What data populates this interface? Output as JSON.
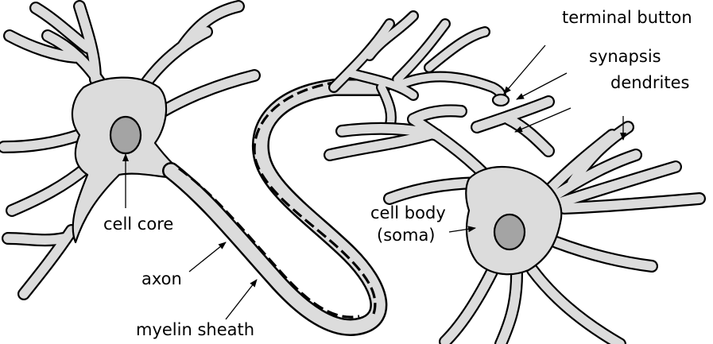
{
  "labels": {
    "terminal_button": "terminal button",
    "synapsis": "synapsis",
    "dendrites": "dendrites",
    "cell_core": "cell core",
    "axon": "axon",
    "myelin_sheath": "myelin sheath",
    "cell_body_line1": "cell body",
    "cell_body_line2": "(soma)"
  },
  "colors": {
    "cell_fill": "#dcdcdc",
    "nucleus_fill": "#a4a4a4",
    "outline": "#000000",
    "background": "#ffffff"
  }
}
